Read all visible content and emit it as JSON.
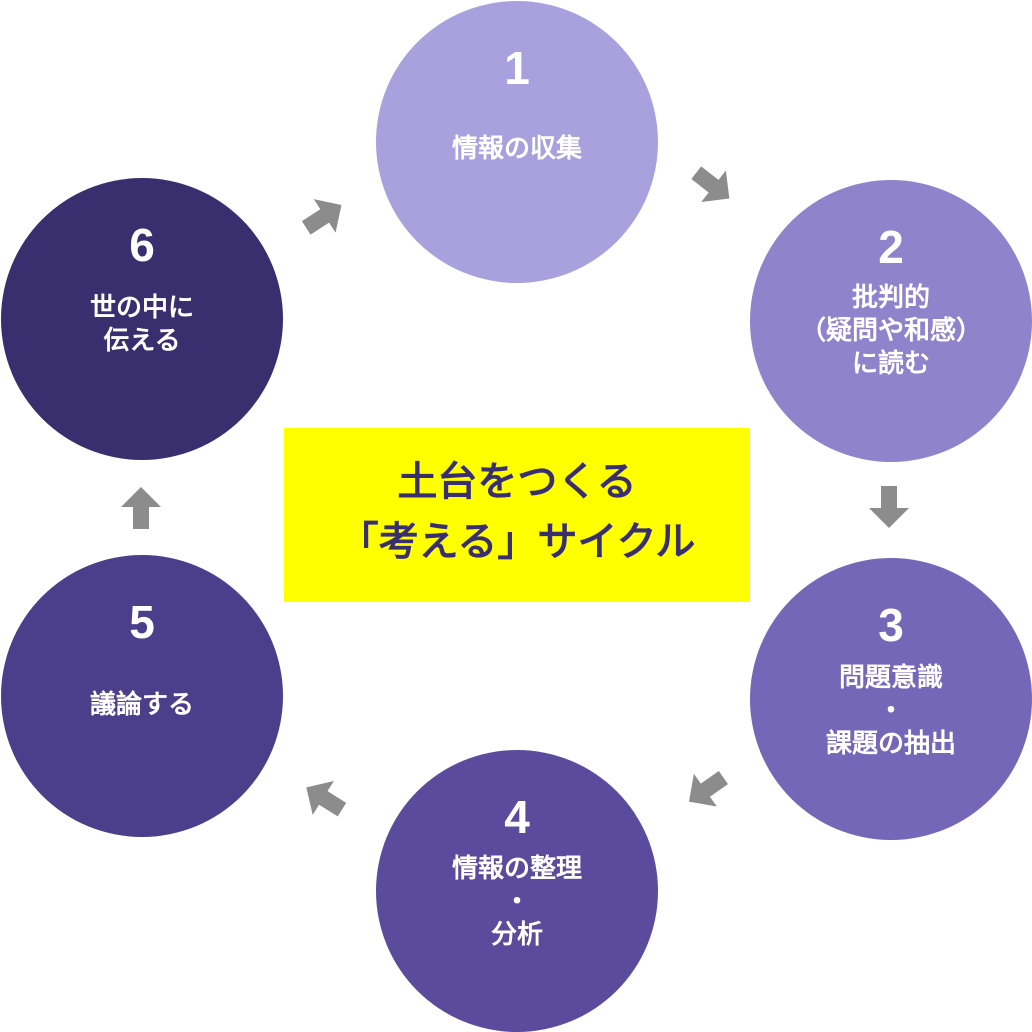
{
  "title": {
    "line1": "土台をつくる",
    "line2": "「考える」サイクル"
  },
  "steps": [
    {
      "number": "1",
      "lines": [
        "情報の収集"
      ]
    },
    {
      "number": "2",
      "lines": [
        "批判的",
        "（疑問や和感）",
        "に読む"
      ]
    },
    {
      "number": "3",
      "lines": [
        "問題意識",
        "・",
        "課題の抽出"
      ]
    },
    {
      "number": "4",
      "lines": [
        "情報の整理",
        "・",
        "分析"
      ]
    },
    {
      "number": "5",
      "lines": [
        "議論する"
      ]
    },
    {
      "number": "6",
      "lines": [
        "世の中に",
        "伝える"
      ]
    }
  ],
  "colors": {
    "step1": "#a9a1dd",
    "step2": "#8f84cc",
    "step3": "#7567b8",
    "step4": "#5a4b9c",
    "step5": "#4b3f8c",
    "step6": "#3a2f6e",
    "arrow": "#8c8c8c",
    "title_box": "#ffff00",
    "title_text": "#3a2f6e"
  },
  "arrow_icon": "block-arrow-icon"
}
